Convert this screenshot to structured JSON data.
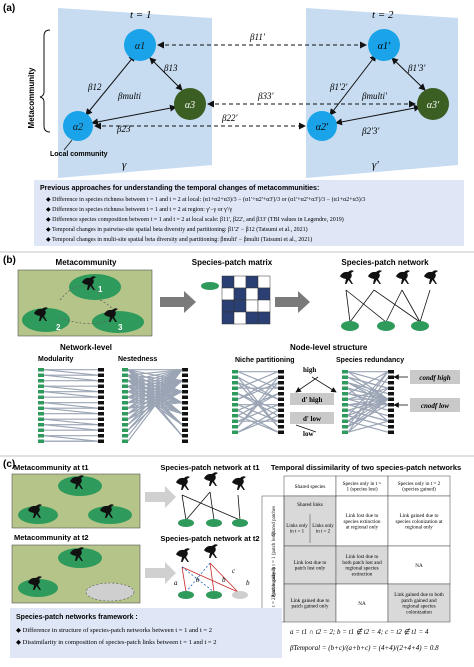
{
  "panel_a": {
    "label": "(a)",
    "t1": "t = 1",
    "t2": "t = 2",
    "metacommunity": "Metacommunity",
    "local_community": "Local community",
    "nodes_t1": [
      "α1",
      "α2",
      "α3"
    ],
    "nodes_t2": [
      "α1'",
      "α2'",
      "α3'"
    ],
    "betas_t1": {
      "b12": "β12",
      "b13": "β13",
      "b23": "β23",
      "multi": "βmulti"
    },
    "betas_t2": {
      "b12": "β1'2'",
      "b13": "β1'3'",
      "b23": "β2'3'",
      "multi": "βmulti'"
    },
    "temporal_betas": {
      "b11": "β11'",
      "b22": "β22'",
      "b33": "β33'"
    },
    "gamma": "γ",
    "gamma_prime": "γ'",
    "box_title": "Previous approaches for understanding the temporal changes of metacommunities:",
    "bullets": [
      "Difference in species richness between t = 1 and t = 2 at local: (α1+α2+α3)/3 − (α1'+α2'+α3')/3 or (α1'+α2'+α3')/3 − (α1+α2+α3)/3",
      "Difference in species richness between t = 1 and t = 2 at region: γ'−γ or γ'/γ",
      "Difference species composition between t = 1 and t = 2 at local scale: β11', β22', and β33' (TBI values in Legendre, 2019)",
      "Temporal changes in pairwise-site spatial beta diversity and partitioning: β1'2' − β12 (Tatsumi et al., 2021)",
      "Temporal changes in multi-site spatial beta diversity and partitioning: βmulti' − βmulti (Tatsumi et al., 2021)"
    ]
  },
  "panel_b": {
    "label": "(b)",
    "metacommunity": "Metacommunity",
    "matrix_title": "Species-patch matrix",
    "network_title": "Species-patch network",
    "network_level": "Network-level",
    "modularity": "Modularity",
    "nestedness": "Nestedness",
    "node_level": "Node-level structure",
    "niche": "Niche partitioning",
    "redundancy": "Species redundancy",
    "high": "high",
    "low": "low",
    "d_high": "d' high",
    "d_low": "d' low",
    "condf": "condf high",
    "cnodf": "cnodf low",
    "patch_numbers": [
      "1",
      "2",
      "3"
    ],
    "matrix_cells": [
      [
        1,
        0,
        1,
        0
      ],
      [
        0,
        1,
        0,
        1
      ],
      [
        1,
        1,
        0,
        0
      ],
      [
        1,
        0,
        1,
        1
      ]
    ]
  },
  "panel_c": {
    "label": "(c)",
    "meta_t1": "Metacommunity at t1",
    "meta_t2": "Metacommunity at t2",
    "net_t1": "Species-patch network at t1",
    "net_t2": "Species-patch network at t2",
    "dissim_title": "Temporal dissimilarity of two species-patch networks",
    "table": {
      "col_headers": [
        "Shared species",
        "Species only in t = 1 (species lost)",
        "Species only in t = 2 (species gained)"
      ],
      "row_headers": [
        "Shared patches",
        "Patches only in t = 1 (patch lost)",
        "Patches only in t = 2 (patch gained)"
      ],
      "cells": [
        [
          "Shared links",
          "Link lost due to species extinction at regional only",
          "Link gained due to species colonization at regional only"
        ],
        [
          "Links only in t = 1",
          "Links only in t = 2",
          ""
        ],
        [
          "Link lost due to patch lost only",
          "Link lost due to both patch lost and regional species extinction",
          "NA"
        ],
        [
          "Link gained due to patch gained only",
          "NA",
          "Link gained due to both patch gained and regional species colonization"
        ]
      ]
    },
    "edge_letters": [
      "a",
      "b",
      "b",
      "c",
      "b"
    ],
    "framework_title": "Species-patch networks framework :",
    "framework_bullets": [
      "Difference in structure of species-patch networks between t = 1 and t = 2",
      "Dissimilarity in composition of species-patch links between t = 1 and t = 2"
    ],
    "formula1": "a = t1 ∩ t2 = 2; b = t1 ∉ t2 = 4; c = t2 ∉ t1 = 4",
    "formula2": "βTemporal = (b+c)/(a+b+c) = (4+4)/(2+4+4) = 0.8"
  },
  "colors": {
    "node_blue": "#1aa3e8",
    "node_green": "#3b5f23",
    "panel_blue": "#c7dcf1",
    "box_blue": "#dfe6f6",
    "patch_green": "#2e9a5b",
    "matrix_blue": "#2a3f73",
    "table_gray": "#d9d9d9"
  }
}
